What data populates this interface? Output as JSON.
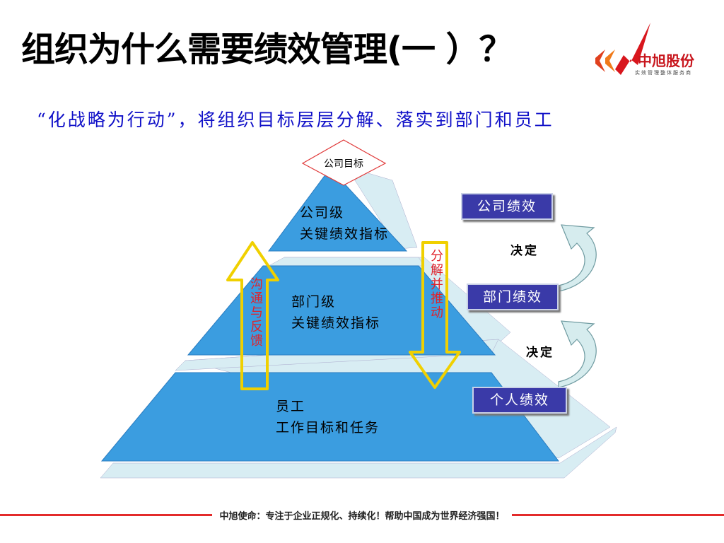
{
  "slide": {
    "title": "组织为什么需要绩效管理(一 ）？",
    "subtitle": "“化战略为行动”，将组织目标层层分解、落实到部门和员工"
  },
  "logo": {
    "name": "中旭股份",
    "tagline": "实效管理整体服务商",
    "brand_color": "#c8161d"
  },
  "pyramid": {
    "top_diamond_label": "公司目标",
    "levels": [
      {
        "line1": "公司级",
        "line2": "关键绩效指标"
      },
      {
        "line1": "部门级",
        "line2": "关键绩效指标"
      },
      {
        "line1": "员工",
        "line2": "工作目标和任务"
      }
    ],
    "up_arrow_label": "沟通与反馈",
    "down_arrow_label": "分解并推动",
    "colors": {
      "face": "#3b9de0",
      "side": "#d8edf3",
      "arrow": "#f0d000",
      "arrow_text": "#e0222b"
    }
  },
  "performance": {
    "boxes": [
      "公司绩效",
      "部门绩效",
      "个人绩效"
    ],
    "decide_labels": [
      "决定",
      "决定"
    ],
    "box_color": "#3a3aa8"
  },
  "footer": {
    "mission": "中旭使命：专注于企业正规化、持续化！帮助中国成为世界经济强国！",
    "line_color": "#e32b2b"
  }
}
